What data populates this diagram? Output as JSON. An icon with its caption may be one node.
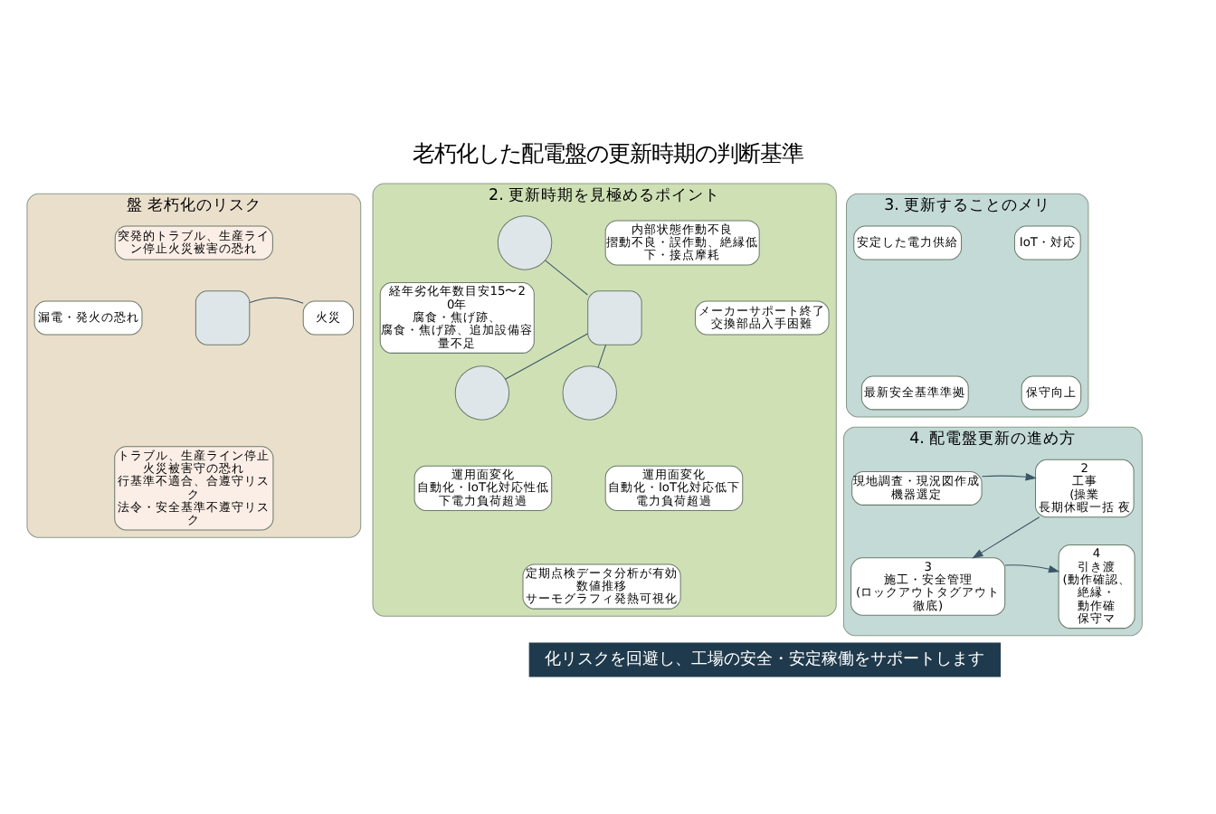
{
  "diagram": {
    "title": "老朽化した配電盤の更新時期の判断基準",
    "nodes": [
      {
        "text": [
          "盤 老朽化のリスク"
        ]
      },
      {
        "text": [
          "突発的トラブル、生産ライン停止火災被害の恐れ"
        ],
        "in": 0
      },
      {
        "text": [
          "漏電・発火の恐れ"
        ],
        "in": 0
      },
      {
        "text": [],
        "shape": "box",
        "in": 0
      },
      {
        "text": [
          "火災"
        ],
        "in": 0
      },
      {
        "text": [
          "トラブル、生産ライン停止火災被害守の恐れ",
          "行基準不適合、合遵守リスク",
          "法令・安全基準不遵守リスク"
        ],
        "in": 0
      },
      {
        "text": [
          "2. 更新時期を見極めるポイント"
        ]
      },
      {
        "text": [],
        "shape": "circle",
        "in": 6
      },
      {
        "text": [
          "内部状態作動不良",
          "摺動不良・誤作動、絶縁低下・接点摩耗"
        ],
        "in": 6
      },
      {
        "text": [
          "経年劣化年数目安15〜20年",
          "腐食・焦げ跡、",
          "腐食・焦げ跡、追加設備容量不足"
        ],
        "in": 6
      },
      {
        "text": [],
        "shape": "box",
        "in": 6
      },
      {
        "text": [
          "メーカーサポート終了",
          "交換部品入手困難"
        ],
        "in": 6
      },
      {
        "text": [],
        "shape": "circle",
        "in": 6
      },
      {
        "text": [],
        "shape": "circle",
        "in": 6
      },
      {
        "text": [
          "運用面変化",
          "自動化・IoT化対応性低下電力負荷超過"
        ],
        "in": 6
      },
      {
        "text": [
          "運用面変化",
          "自動化・IoT化対応低下電力負荷超過"
        ],
        "in": 6
      },
      {
        "text": [
          "定期点検データ分析が有効",
          "数値推移",
          "サーモグラフィ発熱可視化"
        ],
        "in": 6
      },
      {
        "text": [
          "3. 更新することのメリ"
        ]
      },
      {
        "text": [
          "安定した電力供給"
        ],
        "in": 17
      },
      {
        "text": [
          "IoT・対応"
        ],
        "in": 17
      },
      {
        "text": [
          "最新安全基準準拠"
        ],
        "in": 17
      },
      {
        "text": [
          "保守向上"
        ],
        "in": 17
      },
      {
        "text": [
          "4. 配電盤更新の進め方"
        ]
      },
      {
        "text": [
          "現地調査・現況図作成",
          "機器選定"
        ],
        "in": 22
      },
      {
        "text": [
          "2",
          "工事",
          "(操業",
          "長期休暇一括 夜"
        ],
        "in": 22
      },
      {
        "text": [
          "3",
          "施工・安全管理",
          "(ロックアウトタグアウト徹底)"
        ],
        "in": 22
      },
      {
        "text": [
          "4",
          "引き渡",
          "(動作確認、",
          "絶縁・",
          "動作確",
          "保守マ"
        ],
        "in": 22
      }
    ],
    "edges": [
      {
        "from": 4,
        "to": 3,
        "arrow": "none"
      },
      {
        "from": 7,
        "to": 10,
        "arrow": "none"
      },
      {
        "from": 12,
        "to": 10,
        "arrow": "none"
      },
      {
        "from": 13,
        "to": 10,
        "arrow": "none"
      },
      {
        "from": 23,
        "to": 24,
        "arrow": "to"
      },
      {
        "from": 24,
        "to": 25,
        "arrow": "to"
      },
      {
        "from": 25,
        "to": 26,
        "arrow": "to"
      }
    ],
    "labels": [
      "化リスクを回避し、工場の安全・安定稼働をサポートします"
    ]
  }
}
